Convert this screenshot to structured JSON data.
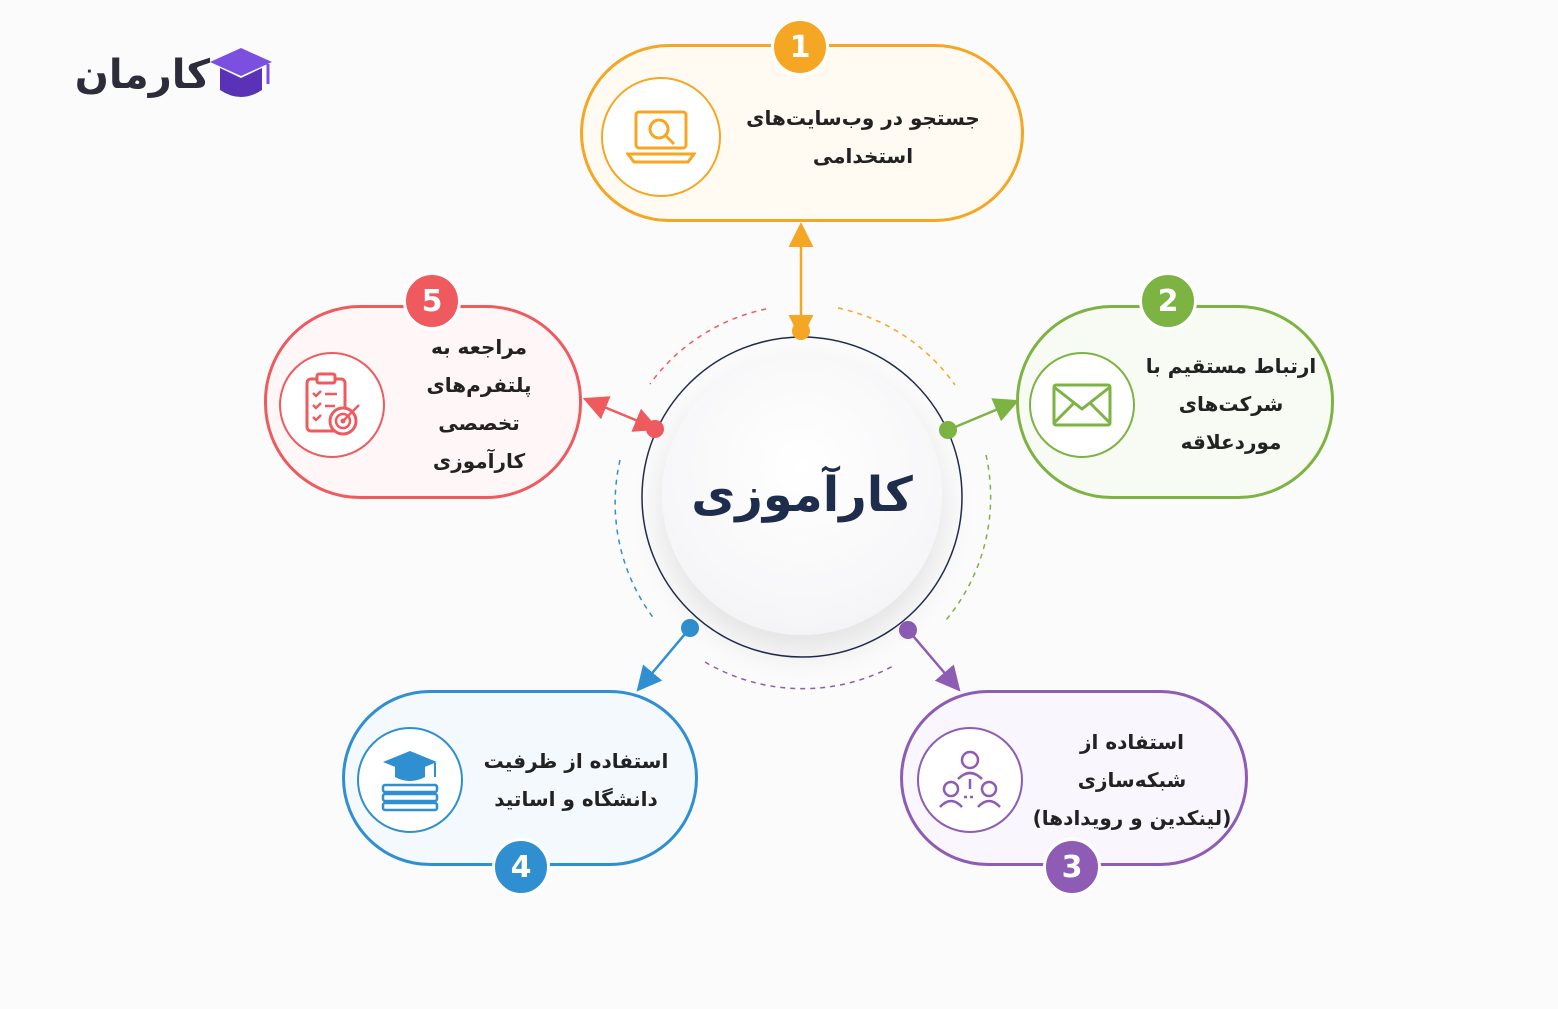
{
  "brand": {
    "name": "کارمان",
    "color": "#6c3fd1"
  },
  "hub": {
    "title": "کارآموزی",
    "color": "#1f2d4d"
  },
  "steps": [
    {
      "number": "1",
      "line1": "جستجو در وب‌سایت‌های",
      "line2": "استخدامی",
      "icon": "laptop-search-icon",
      "color": "#f5a623"
    },
    {
      "number": "2",
      "line1": "ارتباط مستقیم با",
      "line2": "شرکت‌های موردعلاقه",
      "icon": "envelope-icon",
      "color": "#7cb342"
    },
    {
      "number": "3",
      "line1": "استفاده از شبکه‌سازی",
      "line2": "(لینکدین و رویدادها)",
      "icon": "network-people-icon",
      "color": "#8e5bb5"
    },
    {
      "number": "4",
      "line1": "استفاده از ظرفیت",
      "line2": "دانشگاه و اساتید",
      "icon": "graduation-books-icon",
      "color": "#2f8fd0"
    },
    {
      "number": "5",
      "line1": "مراجعه به پلتفرم‌های",
      "line2": "تخصصی کارآموزی",
      "icon": "checklist-target-icon",
      "color": "#ef5a5f"
    }
  ]
}
